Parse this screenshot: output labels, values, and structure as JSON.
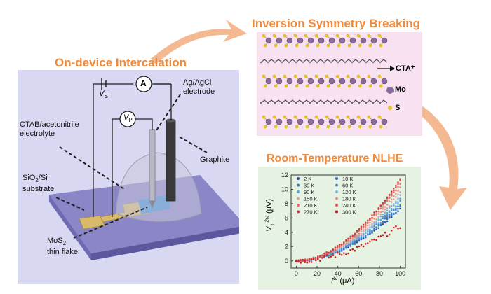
{
  "titles": {
    "intercalation": "On-device Intercalation",
    "inversion": "Inversion Symmetry Breaking",
    "nlhe": "Room-Temperature NLHE"
  },
  "device_labels": {
    "vs": "V",
    "vs_sub": "S",
    "ammeter": "A",
    "vp": "V",
    "vp_sub": "P",
    "electrode_line1": "Ag/AgCl",
    "electrode_line2": "electrode",
    "electrolyte_line1": "CTAB/acetonitrile",
    "electrolyte_line2": "electrolyte",
    "graphite": "Graphite",
    "substrate_line1a": "SiO",
    "substrate_line1b": "2",
    "substrate_line1c": "/Si",
    "substrate_line2": "substrate",
    "flake_line1a": "MoS",
    "flake_line1b": "2",
    "flake_line2": "thin flake"
  },
  "crystal_labels": {
    "cta": "CTA⁺",
    "mo": "Mo",
    "s": "S"
  },
  "colors": {
    "accent": "#f08a3a",
    "device_bg": "#d8d8f2",
    "crystal_bg": "#f8e2f2",
    "chart_bg": "#e6f3e2",
    "mo": "#8a6a9a",
    "s": "#e3c12a"
  },
  "chart_data": {
    "type": "scatter",
    "xlabel": "I",
    "xlabel_sup": "ω",
    "xlabel_unit": " (μA)",
    "ylabel": "V",
    "ylabel_sub": "⊥",
    "ylabel_sup": "2ω",
    "ylabel_unit": " (μV)",
    "xlim": [
      -5,
      105
    ],
    "ylim": [
      -1,
      12
    ],
    "xticks": [
      "0",
      "20",
      "40",
      "60",
      "80",
      "100"
    ],
    "yticks": [
      "0",
      "2",
      "4",
      "6",
      "8",
      "10",
      "12"
    ],
    "legend_position": "top-left",
    "series": [
      {
        "name": "2 K",
        "color": "#2a4fa8",
        "max": 7.3
      },
      {
        "name": "10 K",
        "color": "#2f6fc2",
        "max": 7.6
      },
      {
        "name": "30 K",
        "color": "#3a7cc9",
        "max": 7.9
      },
      {
        "name": "60 K",
        "color": "#4c8fd6",
        "max": 8.3
      },
      {
        "name": "90 K",
        "color": "#5fa3e0",
        "max": 8.7
      },
      {
        "name": "120 K",
        "color": "#7bb6e6",
        "max": 9.1
      },
      {
        "name": "150 K",
        "color": "#d9a3a3",
        "max": 9.6
      },
      {
        "name": "180 K",
        "color": "#e68c8c",
        "max": 10.2
      },
      {
        "name": "210 K",
        "color": "#e07070",
        "max": 10.8
      },
      {
        "name": "240 K",
        "color": "#d85757",
        "max": 11.2
      },
      {
        "name": "270 K",
        "color": "#cc3c3c",
        "max": 11.5
      },
      {
        "name": "300 K",
        "color": "#c41e1e",
        "max": 4.9
      }
    ]
  }
}
